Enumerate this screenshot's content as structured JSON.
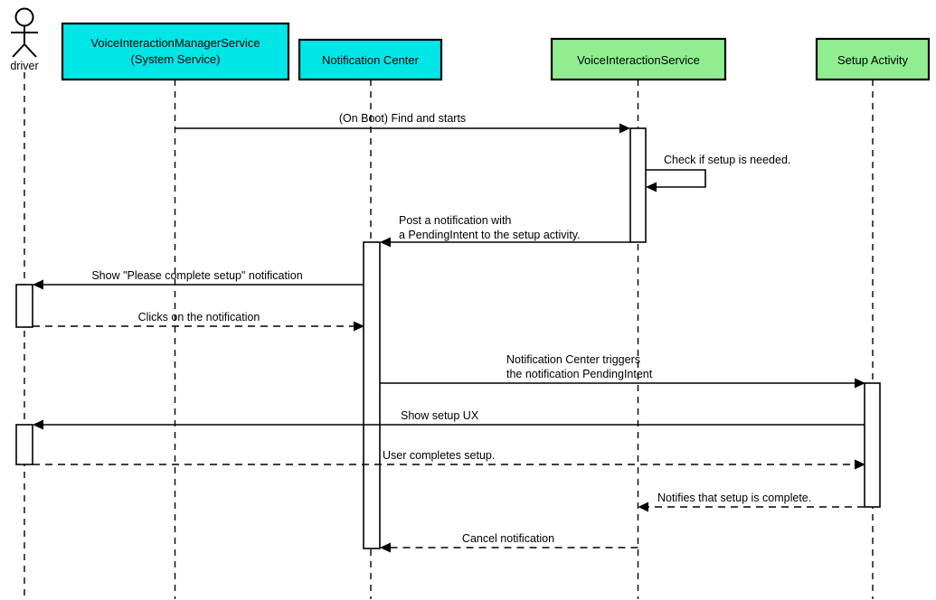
{
  "diagram_type": "uml-sequence",
  "colors": {
    "background": "#ffffff",
    "line": "#000000",
    "cyan_fill": "#00e6e6",
    "green_fill": "#90ee90",
    "activation_fill": "#ffffff"
  },
  "participants": [
    {
      "id": "driver",
      "kind": "actor",
      "lines": [
        "driver"
      ]
    },
    {
      "id": "voice-interaction-manager-service",
      "kind": "box",
      "fill": "#00e6e6",
      "lines": [
        "VoiceInteractionManagerService",
        "(System Service)"
      ]
    },
    {
      "id": "notification-center",
      "kind": "box",
      "fill": "#00e6e6",
      "lines": [
        "Notification Center"
      ]
    },
    {
      "id": "voice-interaction-service",
      "kind": "box",
      "fill": "#90ee90",
      "lines": [
        "VoiceInteractionService"
      ]
    },
    {
      "id": "setup-activity",
      "kind": "box",
      "fill": "#90ee90",
      "lines": [
        "Setup Activity"
      ]
    }
  ],
  "messages": [
    {
      "from": "voice-interaction-manager-service",
      "to": "voice-interaction-service",
      "style": "solid",
      "lines": [
        "(On Boot) Find and starts"
      ]
    },
    {
      "from": "voice-interaction-service",
      "to": "voice-interaction-service",
      "style": "solid",
      "self": true,
      "lines": [
        "Check if setup is needed."
      ]
    },
    {
      "from": "voice-interaction-service",
      "to": "notification-center",
      "style": "solid",
      "lines": [
        "Post a notification with",
        "a PendingIntent to the setup activity."
      ]
    },
    {
      "from": "notification-center",
      "to": "driver",
      "style": "solid",
      "lines": [
        "Show \"Please complete setup\" notification"
      ]
    },
    {
      "from": "driver",
      "to": "notification-center",
      "style": "dashed",
      "lines": [
        "Clicks on the notification"
      ]
    },
    {
      "from": "notification-center",
      "to": "setup-activity",
      "style": "solid",
      "lines": [
        "Notification Center triggers",
        "the notification PendingIntent"
      ]
    },
    {
      "from": "setup-activity",
      "to": "driver",
      "style": "solid",
      "lines": [
        "Show setup UX"
      ]
    },
    {
      "from": "driver",
      "to": "setup-activity",
      "style": "dashed",
      "lines": [
        "User completes setup."
      ]
    },
    {
      "from": "setup-activity",
      "to": "voice-interaction-service",
      "style": "dashed",
      "lines": [
        "Notifies that setup is complete."
      ]
    },
    {
      "from": "voice-interaction-service",
      "to": "notification-center",
      "style": "dashed",
      "lines": [
        "Cancel notification"
      ]
    }
  ]
}
